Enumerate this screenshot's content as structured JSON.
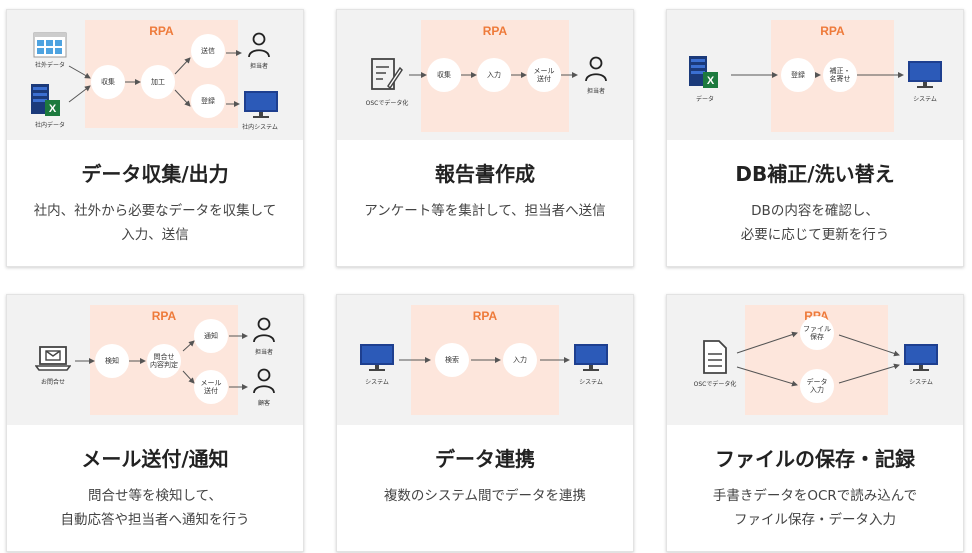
{
  "cards": [
    {
      "rpa": "RPA",
      "nodes": [
        "収集",
        "加工",
        "送信",
        "登録"
      ],
      "labels": [
        "社外データ",
        "社内データ",
        "担当者",
        "社内システム"
      ],
      "title": "データ収集/出力",
      "desc": [
        "社内、社外から必要なデータを収集して",
        "入力、送信"
      ]
    },
    {
      "rpa": "RPA",
      "nodes": [
        "収集",
        "入力",
        "メール\n送付"
      ],
      "labels": [
        "OSCでデータ化",
        "担当者"
      ],
      "title": "報告書作成",
      "desc": [
        "アンケート等を集計して、担当者へ送信"
      ]
    },
    {
      "rpa": "RPA",
      "nodes": [
        "登録",
        "補正・\n名寄せ"
      ],
      "labels": [
        "データ",
        "システム"
      ],
      "title": "DB補正/洗い替え",
      "desc": [
        "DBの内容を確認し、",
        "必要に応じて更新を行う"
      ]
    },
    {
      "rpa": "RPA",
      "nodes": [
        "検知",
        "問合せ\n内容判定",
        "通知",
        "メール\n送付"
      ],
      "labels": [
        "お問合せ",
        "担当者",
        "顧客"
      ],
      "title": "メール送付/通知",
      "desc": [
        "問合せ等を検知して、",
        "自動応答や担当者へ通知を行う"
      ]
    },
    {
      "rpa": "RPA",
      "nodes": [
        "検索",
        "入力"
      ],
      "labels": [
        "システム",
        "システム"
      ],
      "title": "データ連携",
      "desc": [
        "複数のシステム間でデータを連携"
      ]
    },
    {
      "rpa": "RPA",
      "nodes": [
        "ファイル\n保存",
        "データ\n入力"
      ],
      "labels": [
        "OSCでデータ化",
        "システム"
      ],
      "title": "ファイルの保存・記録",
      "desc": [
        "手書きデータをOCRで読み込んで",
        "ファイル保存・データ入力"
      ]
    }
  ],
  "colors": {
    "accent": "#ee7a3a",
    "rpa_bg": "#fde6dc",
    "diagram_bg": "#f2f2f2",
    "monitor": "#1e3f8f",
    "excel": "#1d7a3e"
  },
  "icons": [
    "spreadsheet-icon",
    "server-excel-icon",
    "person-icon",
    "monitor-icon",
    "document-pen-icon",
    "laptop-mail-icon",
    "document-icon"
  ]
}
